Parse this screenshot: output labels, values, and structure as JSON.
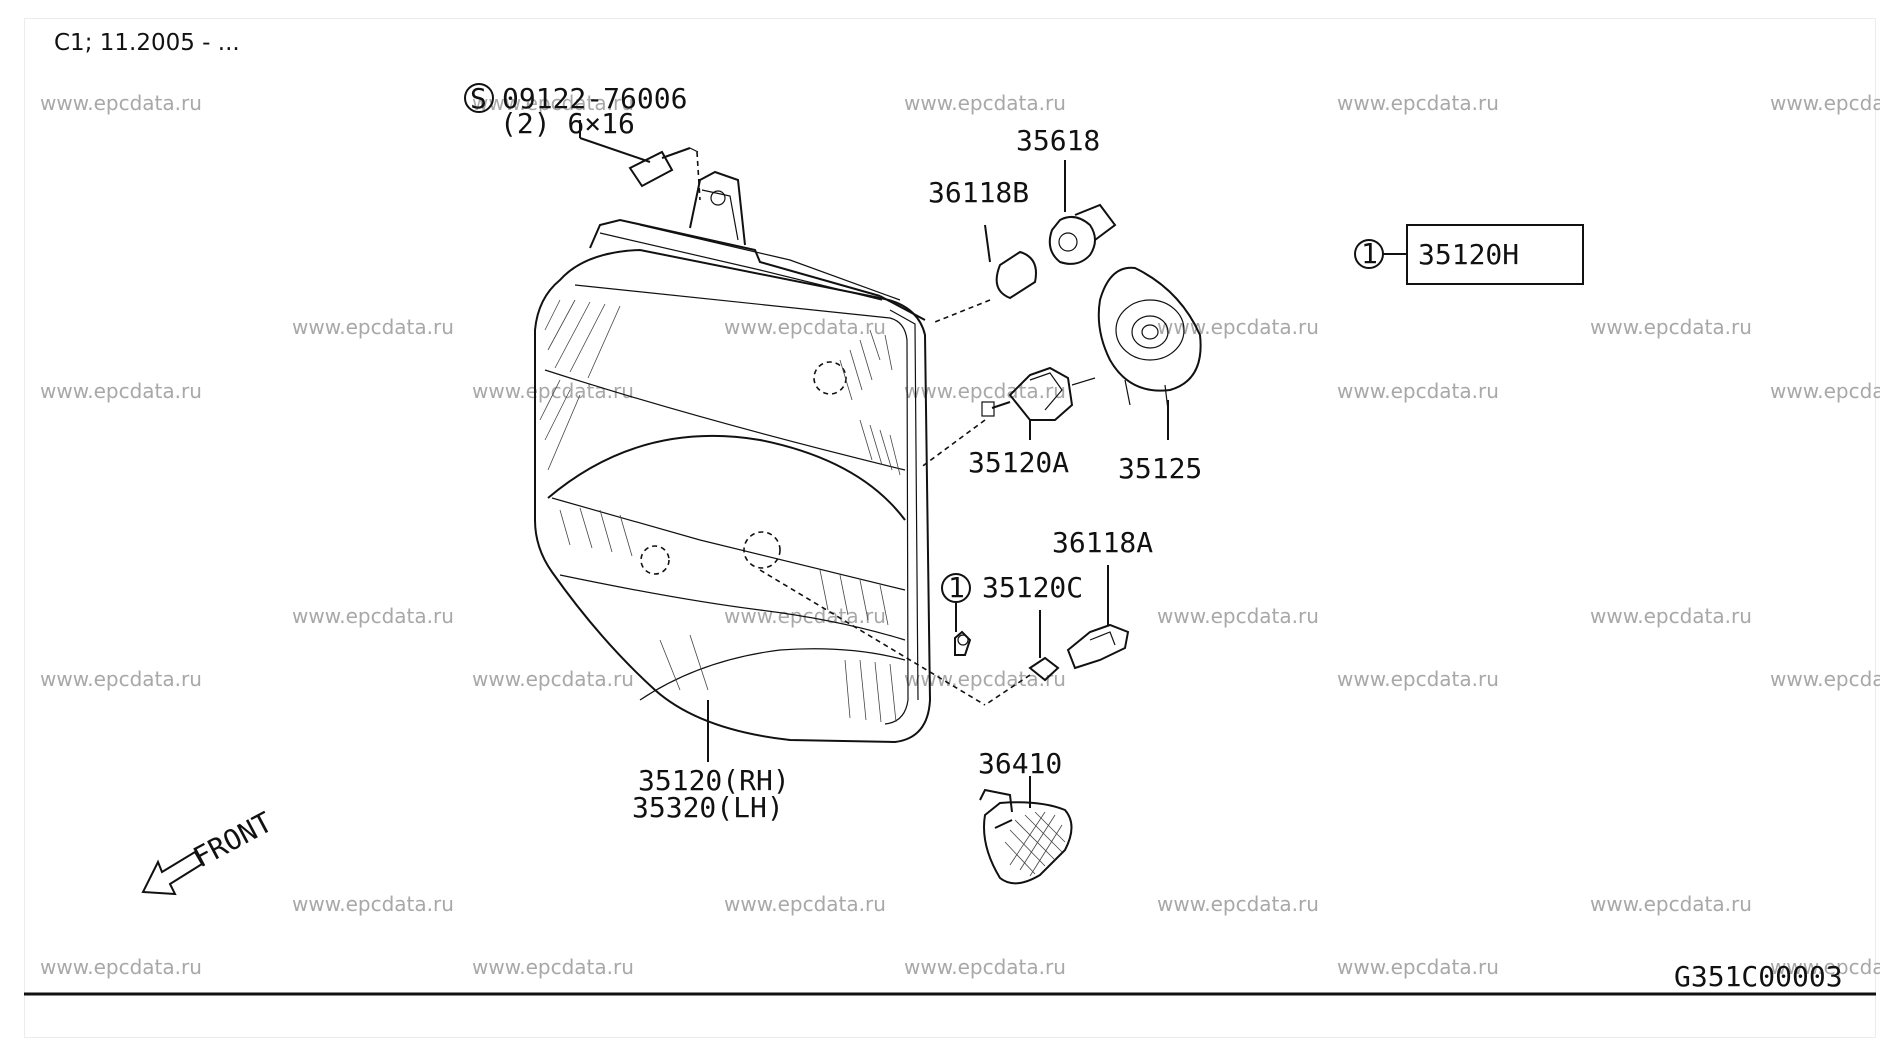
{
  "header": {
    "applicability": "C1; 11.2005 - ..."
  },
  "watermark": "www.epcdata.ru",
  "diagram_code": "G351C00003",
  "direction_label": "FRONT",
  "callouts": {
    "bolt_code": "S",
    "bolt_part": "09122-76006",
    "bolt_spec": "(2) 6×16",
    "p35618": "35618",
    "p36118b": "36118B",
    "p35120a": "35120A",
    "p35125": "35125",
    "p36118a": "36118A",
    "p35120c": "35120C",
    "p36410": "36410",
    "p35120rh": "35120(RH)",
    "p35320lh": "35320(LH)",
    "ref_number": "1",
    "set_part": "35120H"
  }
}
